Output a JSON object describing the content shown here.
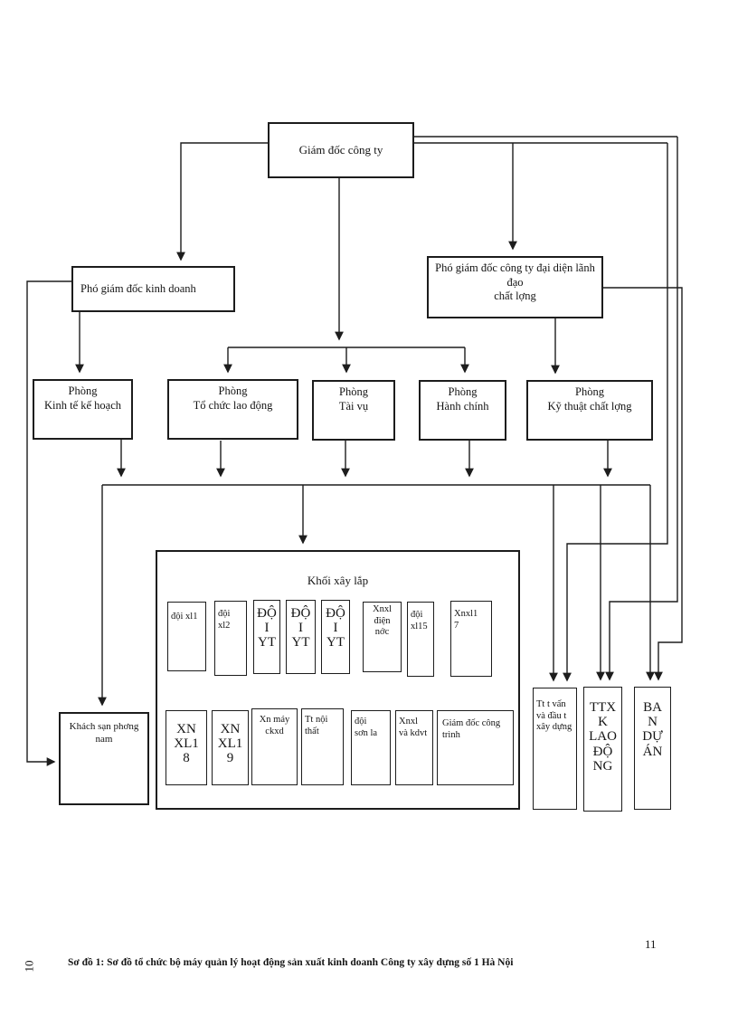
{
  "page": {
    "number": "11",
    "margin_number": "10",
    "caption": "Sơ đồ 1: Sơ đồ tổ chức bộ máy quản lý hoạt động sản xuất kinh doanh Công ty xây dựng số 1 Hà Nội"
  },
  "chart": {
    "director": "Giám đốc công ty",
    "deputy_business": "Phó giám đốc kinh doanh",
    "deputy_quality": "Phó giám đốc công ty đại diện lãnh đạo\nchất lợng",
    "departments": [
      "Phòng\nKinh tế kế hoạch",
      "Phòng\nTổ chức lao động",
      "Phòng\nTài vụ",
      "Phòng\nHành chính",
      "Phòng\nKỹ thuật chất lợng"
    ],
    "construction_block": {
      "title": "Khối xây lắp",
      "row1": [
        "đội xl1",
        "đội\nxl2",
        "ĐỘ\nI\nYT",
        "ĐỘ\nI\nYT",
        "ĐỘ\nI\nYT",
        "Xnxl điện\nnớc",
        "đội\nxl15",
        "Xnxl1\n7"
      ],
      "row2": [
        "XN\nXL1\n8",
        "XN\nXL1\n9",
        "Xn máy\nckxd",
        "Tt nội\nthất",
        "đội\nsơn la",
        "Xnxl\nvà kdvt",
        "Giám đốc công\ntrình"
      ]
    },
    "hotel": "Khách sạn phơng\nnam",
    "support_units": [
      "Tt t vấn\nvà đầu t\nxây dựng",
      "TTX\nK\nLAO\nĐỘ\nNG",
      "BA\nN\nDỰ\nÁN"
    ]
  }
}
